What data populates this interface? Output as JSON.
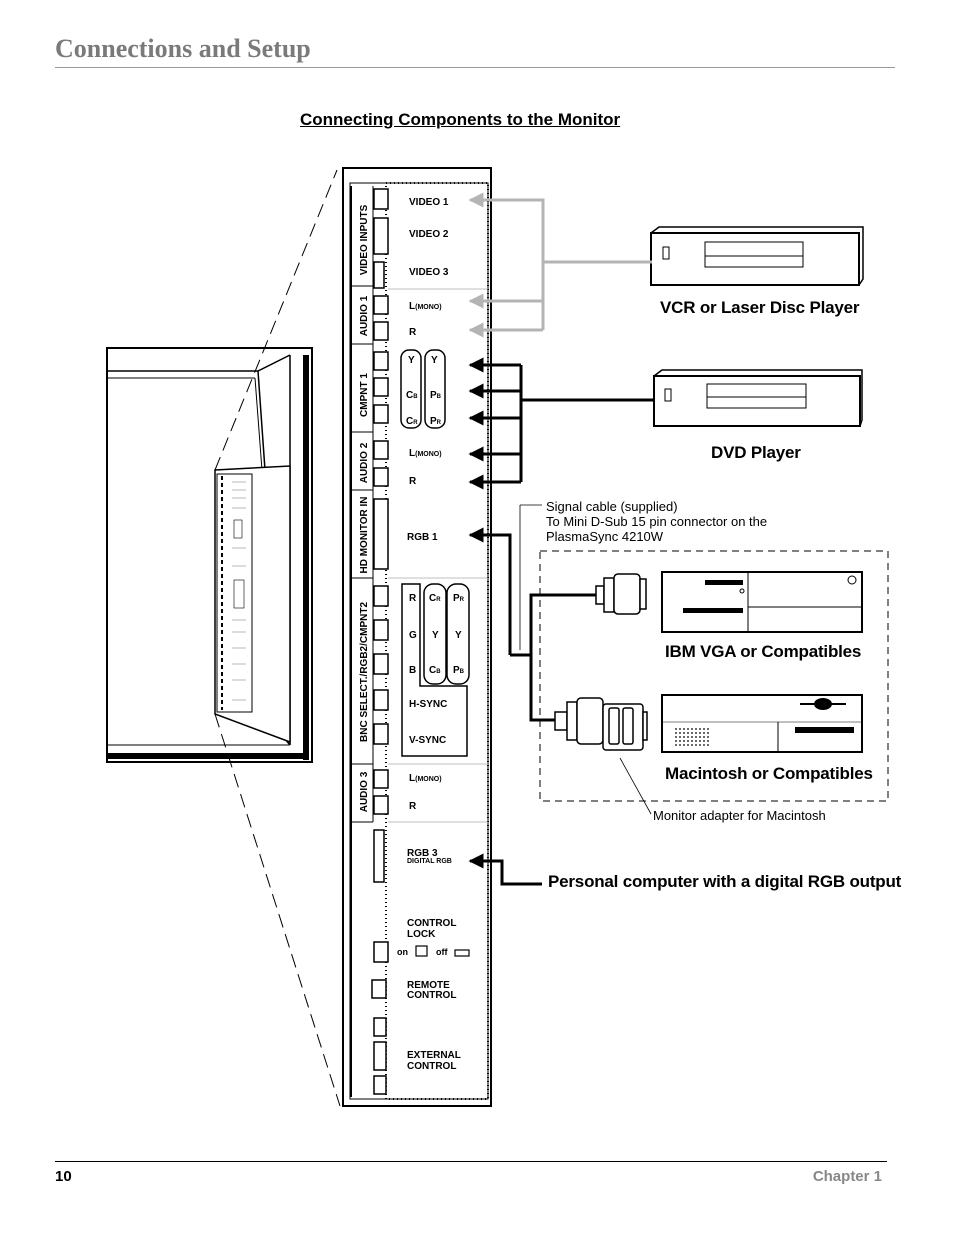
{
  "header": {
    "title": "Connections and Setup"
  },
  "section": {
    "title": "Connecting Components to the Monitor"
  },
  "panel": {
    "groups": {
      "video_inputs": "VIDEO INPUTS",
      "audio1": "AUDIO 1",
      "cmpnt1": "CMPNT 1",
      "audio2": "AUDIO 2",
      "hd_monitor_in": "HD MONITOR IN",
      "bnc": "BNC SELECT./RGB2/CMPNT2",
      "audio3": "AUDIO 3"
    },
    "jacks": {
      "video1": "VIDEO 1",
      "video2": "VIDEO 2",
      "video3": "VIDEO 3",
      "l": "L",
      "mono": "(MONO)",
      "r": "R",
      "y": "Y",
      "c": "C",
      "p": "P",
      "sub_b": "B",
      "sub_r": "R",
      "rgb1": "RGB 1",
      "g": "G",
      "b": "B",
      "hsync": "H-SYNC",
      "vsync": "V-SYNC",
      "rgb3": "RGB 3",
      "digital_rgb": "DIGITAL RGB",
      "control_lock_1": "CONTROL",
      "control_lock_2": "LOCK",
      "on": "on",
      "off": "off",
      "remote_1": "REMOTE",
      "remote_2": "CONTROL",
      "external_1": "EXTERNAL",
      "external_2": "CONTROL"
    }
  },
  "devices": {
    "vcr": "VCR or Laser Disc Player",
    "dvd": "DVD Player",
    "ibm": "IBM VGA or Compatibles",
    "mac": "Macintosh or Compatibles",
    "pc": "Personal computer with a digital RGB output"
  },
  "notes": {
    "signal_cable_1": "Signal cable (supplied)",
    "signal_cable_2": "To Mini D-Sub 15 pin connector on the",
    "signal_cable_3": "PlasmaSync 4210W",
    "monitor_adapter": "Monitor adapter for Macintosh"
  },
  "colors": {
    "gray_cable": "#b4b4b4",
    "black_cable": "#000000",
    "header_gray": "#7a7a7a"
  },
  "footer": {
    "page_number": "10",
    "chapter": "Chapter 1"
  }
}
